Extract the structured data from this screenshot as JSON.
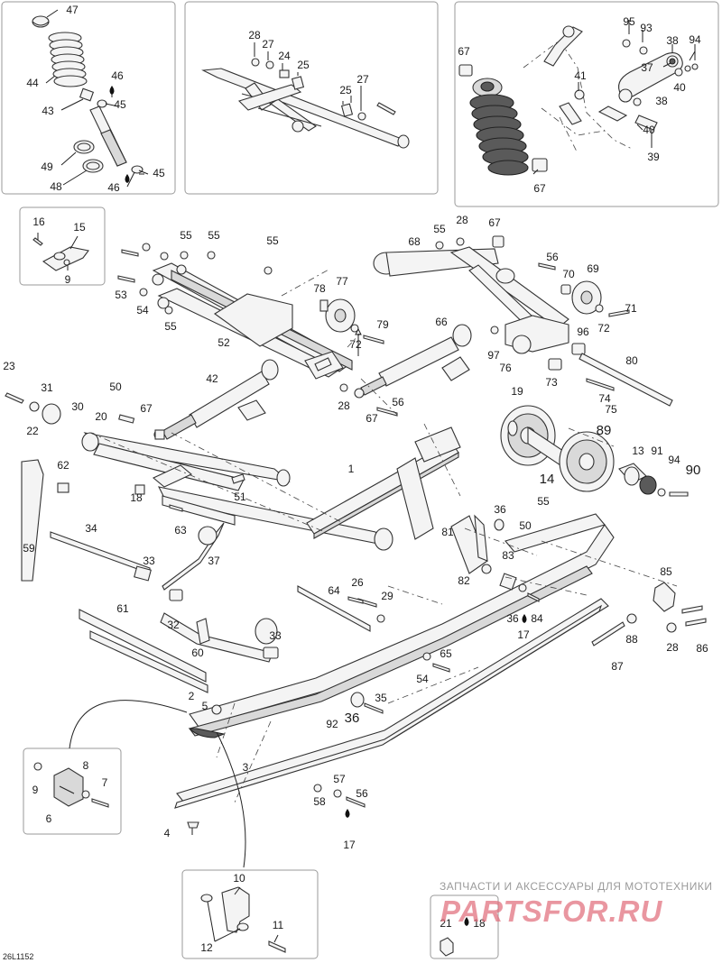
{
  "diagram_code": "26L1152",
  "watermark": {
    "tagline": "ЗАПЧАСТИ И АКСЕССУАРЫ ДЛЯ МОТОТЕХНИКИ",
    "site": "PARTSFOR.RU"
  },
  "icons": {
    "oil_drop": "oil-drop-icon"
  },
  "colors": {
    "line": "#222222",
    "frame_box": "#9a9a9a",
    "watermark": "#e06a78"
  },
  "callouts": [
    {
      "id": "c47",
      "text": "47"
    },
    {
      "id": "c44",
      "text": "44"
    },
    {
      "id": "c46a",
      "text": "46"
    },
    {
      "id": "c45a",
      "text": "45"
    },
    {
      "id": "c43",
      "text": "43"
    },
    {
      "id": "c49",
      "text": "49"
    },
    {
      "id": "c48",
      "text": "48"
    },
    {
      "id": "c46b",
      "text": "46"
    },
    {
      "id": "c45b",
      "text": "45"
    },
    {
      "id": "c28a",
      "text": "28"
    },
    {
      "id": "c27a",
      "text": "27"
    },
    {
      "id": "c24",
      "text": "24"
    },
    {
      "id": "c25a",
      "text": "25"
    },
    {
      "id": "c27b",
      "text": "27"
    },
    {
      "id": "c25b",
      "text": "25"
    },
    {
      "id": "c95",
      "text": "95"
    },
    {
      "id": "c93",
      "text": "93"
    },
    {
      "id": "c38a",
      "text": "38"
    },
    {
      "id": "c94a",
      "text": "94"
    },
    {
      "id": "c67a",
      "text": "67"
    },
    {
      "id": "c37a",
      "text": "37"
    },
    {
      "id": "c41",
      "text": "41"
    },
    {
      "id": "c40a",
      "text": "40"
    },
    {
      "id": "c38b",
      "text": "38"
    },
    {
      "id": "c40b",
      "text": "40"
    },
    {
      "id": "c39",
      "text": "39"
    },
    {
      "id": "c67b",
      "text": "67"
    },
    {
      "id": "c16",
      "text": "16"
    },
    {
      "id": "c15",
      "text": "15"
    },
    {
      "id": "c9a",
      "text": "9"
    },
    {
      "id": "c55a",
      "text": "55"
    },
    {
      "id": "c55b",
      "text": "55"
    },
    {
      "id": "c55c",
      "text": "55"
    },
    {
      "id": "c53",
      "text": "53"
    },
    {
      "id": "c54a",
      "text": "54"
    },
    {
      "id": "c55d",
      "text": "55"
    },
    {
      "id": "c52",
      "text": "52"
    },
    {
      "id": "c78",
      "text": "78"
    },
    {
      "id": "c77",
      "text": "77"
    },
    {
      "id": "c79",
      "text": "79"
    },
    {
      "id": "c72a",
      "text": "72"
    },
    {
      "id": "c55e",
      "text": "55"
    },
    {
      "id": "c28b",
      "text": "28"
    },
    {
      "id": "c67c",
      "text": "67"
    },
    {
      "id": "c68",
      "text": "68"
    },
    {
      "id": "c56a",
      "text": "56"
    },
    {
      "id": "c70",
      "text": "70"
    },
    {
      "id": "c69",
      "text": "69"
    },
    {
      "id": "c71",
      "text": "71"
    },
    {
      "id": "c66",
      "text": "66"
    },
    {
      "id": "c72b",
      "text": "72"
    },
    {
      "id": "c96",
      "text": "96"
    },
    {
      "id": "c97",
      "text": "97"
    },
    {
      "id": "c76",
      "text": "76"
    },
    {
      "id": "c80",
      "text": "80"
    },
    {
      "id": "c73",
      "text": "73"
    },
    {
      "id": "c74",
      "text": "74"
    },
    {
      "id": "c75",
      "text": "75"
    },
    {
      "id": "c28c",
      "text": "28"
    },
    {
      "id": "c56b",
      "text": "56"
    },
    {
      "id": "c67d",
      "text": "67"
    },
    {
      "id": "c23",
      "text": "23"
    },
    {
      "id": "c31",
      "text": "31"
    },
    {
      "id": "c50a",
      "text": "50"
    },
    {
      "id": "c42",
      "text": "42"
    },
    {
      "id": "c22",
      "text": "22"
    },
    {
      "id": "c30",
      "text": "30"
    },
    {
      "id": "c20",
      "text": "20"
    },
    {
      "id": "c67e",
      "text": "67"
    },
    {
      "id": "c19",
      "text": "19"
    },
    {
      "id": "c89",
      "text": "89"
    },
    {
      "id": "c14",
      "text": "14"
    },
    {
      "id": "c13",
      "text": "13"
    },
    {
      "id": "c91",
      "text": "91"
    },
    {
      "id": "c94b",
      "text": "94"
    },
    {
      "id": "c90",
      "text": "90"
    },
    {
      "id": "c1",
      "text": "1"
    },
    {
      "id": "c62",
      "text": "62"
    },
    {
      "id": "c18",
      "text": "18"
    },
    {
      "id": "c51",
      "text": "51"
    },
    {
      "id": "c63",
      "text": "63"
    },
    {
      "id": "c36a",
      "text": "36"
    },
    {
      "id": "c55f",
      "text": "55"
    },
    {
      "id": "c50b",
      "text": "50"
    },
    {
      "id": "c34",
      "text": "34"
    },
    {
      "id": "c59",
      "text": "59"
    },
    {
      "id": "c81",
      "text": "81"
    },
    {
      "id": "c83",
      "text": "83"
    },
    {
      "id": "c82",
      "text": "82"
    },
    {
      "id": "c37b",
      "text": "37"
    },
    {
      "id": "c33a",
      "text": "33"
    },
    {
      "id": "c26",
      "text": "26"
    },
    {
      "id": "c64",
      "text": "64"
    },
    {
      "id": "c29",
      "text": "29"
    },
    {
      "id": "c85",
      "text": "85"
    },
    {
      "id": "c36b",
      "text": "36"
    },
    {
      "id": "c84",
      "text": "84"
    },
    {
      "id": "c17a",
      "text": "17"
    },
    {
      "id": "c88",
      "text": "88"
    },
    {
      "id": "c28d",
      "text": "28"
    },
    {
      "id": "c86",
      "text": "86"
    },
    {
      "id": "c87",
      "text": "87"
    },
    {
      "id": "c61",
      "text": "61"
    },
    {
      "id": "c32",
      "text": "32"
    },
    {
      "id": "c33b",
      "text": "33"
    },
    {
      "id": "c60",
      "text": "60"
    },
    {
      "id": "c65",
      "text": "65"
    },
    {
      "id": "c54b",
      "text": "54"
    },
    {
      "id": "c2",
      "text": "2"
    },
    {
      "id": "c5",
      "text": "5"
    },
    {
      "id": "c35",
      "text": "35"
    },
    {
      "id": "c92",
      "text": "92"
    },
    {
      "id": "c36c",
      "text": "36"
    },
    {
      "id": "c3",
      "text": "3"
    },
    {
      "id": "c8",
      "text": "8"
    },
    {
      "id": "c9b",
      "text": "9"
    },
    {
      "id": "c7",
      "text": "7"
    },
    {
      "id": "c6",
      "text": "6"
    },
    {
      "id": "c57",
      "text": "57"
    },
    {
      "id": "c58",
      "text": "58"
    },
    {
      "id": "c56c",
      "text": "56"
    },
    {
      "id": "c4",
      "text": "4"
    },
    {
      "id": "c17b",
      "text": "17"
    },
    {
      "id": "c10",
      "text": "10"
    },
    {
      "id": "c12",
      "text": "12"
    },
    {
      "id": "c11",
      "text": "11"
    },
    {
      "id": "c21",
      "text": "21"
    },
    {
      "id": "c18b",
      "text": "18"
    }
  ]
}
